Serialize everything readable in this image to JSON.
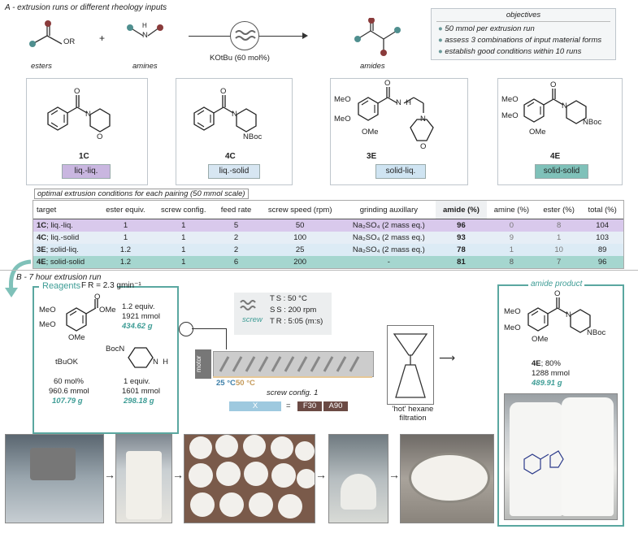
{
  "sectionA": {
    "title": "A - extrusion runs or different rheology inputs",
    "esters_label": "esters",
    "amines_label": "amines",
    "amides_label": "amides",
    "plus": "+",
    "ester_group": "OR",
    "amine_atom": "N",
    "amine_h": "H",
    "reagent_label": "KOtBu (60 mol%)",
    "objectives_title": "objectives",
    "objectives": [
      "50 mmol per extrusion run",
      "assess 3 combinations of input material forms",
      "establish good conditions within 10 runs"
    ]
  },
  "products": [
    {
      "id": "1C",
      "tag": "liq.-liq.",
      "color": "#c9b6e0"
    },
    {
      "id": "4C",
      "tag": "liq.-solid",
      "color": "#d7e6f2"
    },
    {
      "id": "3E",
      "tag": "solid-liq.",
      "color": "#cfe4f2"
    },
    {
      "id": "4E",
      "tag": "solid-solid",
      "color": "#7fc1b9"
    }
  ],
  "atoms": {
    "O": "O",
    "N": "N",
    "NBoc": "NBoc",
    "NH": "N  H",
    "H": "H",
    "MeO": "MeO",
    "OMe": "OMe",
    "tBuOK": "tBuOK",
    "BocN": "BocN"
  },
  "table": {
    "caption": "optimal extrusion conditions for each pairing (50 mmol scale)",
    "headers": [
      "target",
      "ester equiv.",
      "screw config.",
      "feed rate",
      "screw speed (rpm)",
      "grinding auxillary",
      "amide (%)",
      "amine (%)",
      "ester (%)",
      "total (%)"
    ],
    "rows": [
      {
        "target_id": "1C",
        "target_rest": "; liq.-liq.",
        "cells": [
          "1",
          "1",
          "5",
          "50",
          "Na₂SO₄ (2 mass eq.)",
          "96",
          "0",
          "8",
          "104"
        ],
        "bg": "#d9c9ec"
      },
      {
        "target_id": "4C",
        "target_rest": "; liq.-solid",
        "cells": [
          "1",
          "1",
          "2",
          "100",
          "Na₂SO₄ (2 mass eq.)",
          "93",
          "9",
          "1",
          "103"
        ],
        "bg": "#e6eef6"
      },
      {
        "target_id": "3E",
        "target_rest": "; solid-liq.",
        "cells": [
          "1.2",
          "1",
          "2",
          "25",
          "Na₂SO₄ (2 mass eq.)",
          "78",
          "1",
          "10",
          "89"
        ],
        "bg": "#dcebf5"
      },
      {
        "target_id": "4E",
        "target_rest": "; solid-solid",
        "cells": [
          "1.2",
          "1",
          "6",
          "200",
          "-",
          "81",
          "8",
          "7",
          "96"
        ],
        "bg": "#a5d6cf"
      }
    ]
  },
  "sectionB": {
    "title": "B - 7 hour extrusion run",
    "reagents_title": "Reagents",
    "feed_rate": "F R = 2.3 gmin⁻¹",
    "ester_equiv": "1.2 equiv.",
    "ester_mmol": "1921 mmol",
    "ester_mass": "434.62 g",
    "base_pct": "60 mol%",
    "base_mmol": "960.6 mmol",
    "base_mass": "107.79 g",
    "amine_equiv": "1 equiv.",
    "amine_mmol": "1601 mmol",
    "amine_mass": "298.18 g",
    "screw_word": "screw",
    "ts": "T S : 50 °C",
    "ss": "S S : 200 rpm",
    "tr": "T R : 5:05 (m:s)",
    "motor": "motor",
    "temp1": "25 °C",
    "temp2": "50 °C",
    "screw_config": "screw config. 1",
    "x_label": "X",
    "equals": "=",
    "f30": "F30",
    "a90": "A90",
    "filtration": "'hot' hexane filtration",
    "product_title": "amide product",
    "product_yield_id": "4E",
    "product_yield_rest": "; 80%",
    "product_mmol": "1288 mmol",
    "product_mass": "489.91 g"
  }
}
